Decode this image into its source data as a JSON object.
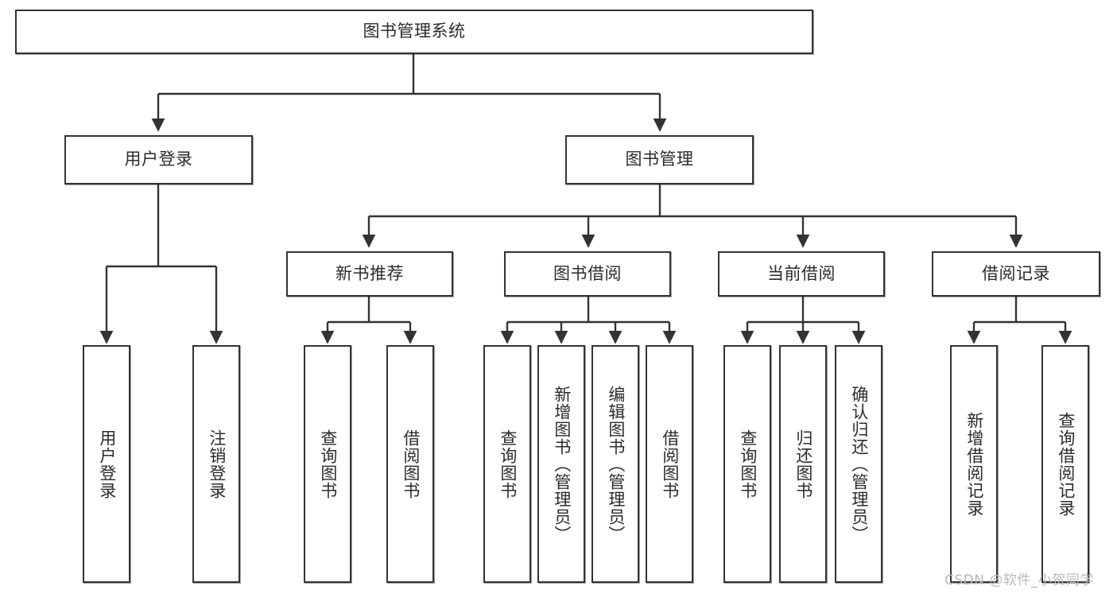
{
  "diagram": {
    "title": "图书管理系统",
    "type": "hierarchy-tree",
    "levels": 4,
    "root": {
      "label": "图书管理系统"
    },
    "level2": [
      {
        "label": "用户登录"
      },
      {
        "label": "图书管理"
      }
    ],
    "level3": [
      {
        "label": "新书推荐"
      },
      {
        "label": "图书借阅"
      },
      {
        "label": "当前借阅"
      },
      {
        "label": "借阅记录"
      }
    ],
    "leaves": {
      "user_login": [
        {
          "label": "用户登录"
        },
        {
          "label": "注销登录"
        }
      ],
      "new_book_recommend": [
        {
          "label": "查询图书"
        },
        {
          "label": "借阅图书"
        }
      ],
      "book_borrow": [
        {
          "label": "查询图书"
        },
        {
          "label": "新增图书（管理员）"
        },
        {
          "label": "编辑图书（管理员）"
        },
        {
          "label": "借阅图书"
        }
      ],
      "current_borrow": [
        {
          "label": "查询图书"
        },
        {
          "label": "归还图书"
        },
        {
          "label": "确认归还（管理员）"
        }
      ],
      "borrow_record": [
        {
          "label": "新增借阅记录"
        },
        {
          "label": "查询借阅记录"
        }
      ]
    }
  },
  "watermark": {
    "text": "CSDN @软件_小贺同学"
  },
  "colors": {
    "box_border": "#333333",
    "box_fill": "#ffffff",
    "text": "#2b2b2b",
    "connector": "#333333",
    "watermark": "#b9b9b9",
    "background": "#ffffff"
  }
}
